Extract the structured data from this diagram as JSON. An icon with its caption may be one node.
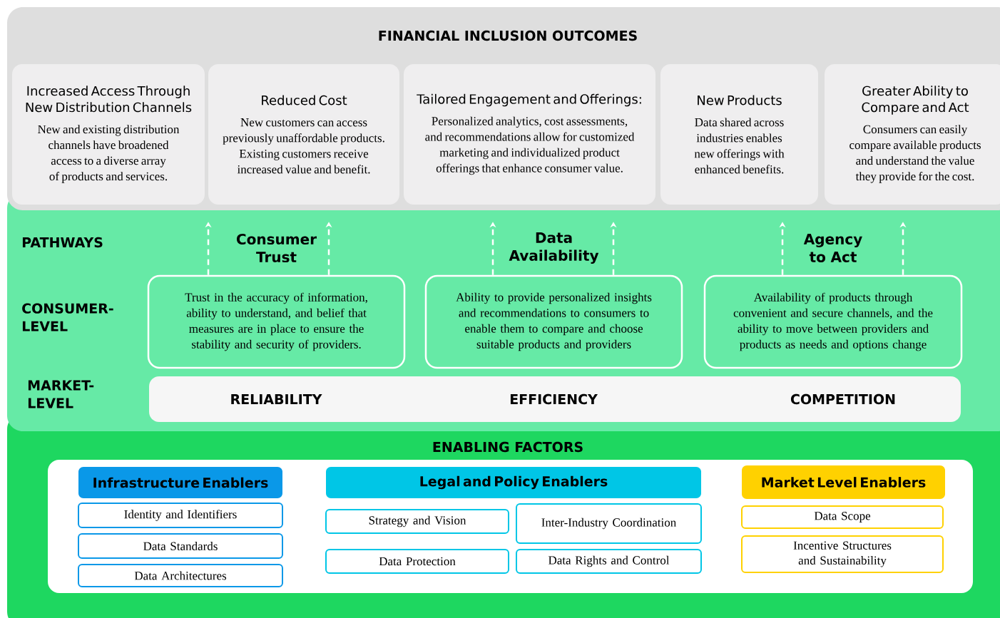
{
  "diagram": {
    "nodes": [
      {
        "text": [
          "FINANCIAL INCLUSION OUTCOMES"
        ]
      },
      {
        "text": [
          "Increased Access Through New Distribution Channels",
          "New and existing distribution channels have broadened access to a diverse array of products and services."
        ],
        "in": 0
      },
      {
        "text": [
          "Reduced Cost",
          "New customers can access previously unaffordable products. Existing customers receive increased value and benefit."
        ],
        "in": 0
      },
      {
        "text": [
          "Tailored Engagement and Offerings:",
          "Personalized analytics, cost assessments, and recommendations allow for customized marketing and individualized product offerings that enhance consumer value."
        ],
        "in": 0
      },
      {
        "text": [
          "New Products",
          "Data shared across industries enables new offerings with enhanced benefits."
        ],
        "in": 0
      },
      {
        "text": [
          "Greater Ability to Compare and Act",
          "Consumers can easily compare available products and understand the value they provide for the cost."
        ],
        "in": 0
      },
      {
        "text": [
          "PATHWAYS",
          "CONSUMER-LEVEL",
          "MARKET-LEVEL"
        ]
      },
      {
        "text": [
          "Trust in the accuracy of information, ability to understand, and belief that measures are in place to ensure the stability and security of providers."
        ],
        "beside": [
          "Consumer Trust"
        ],
        "in": 6
      },
      {
        "text": [
          "Ability to provide personalized insights and recommendations to consumers to enable them to compare and choose suitable products and providers"
        ],
        "beside": [
          "Data Availability"
        ],
        "in": 6
      },
      {
        "text": [
          "Availability of products through convenient and secure channels, and the ability to move between providers and products as needs and options change"
        ],
        "beside": [
          "Agency to Act"
        ],
        "in": 6
      },
      {
        "text": [
          "RELIABILITY",
          "EFFICIENCY",
          "COMPETITION"
        ],
        "in": 6
      },
      {
        "text": [
          "ENABLING FACTORS"
        ]
      },
      {
        "text": [],
        "shape": "box",
        "in": 11
      },
      {
        "text": [
          "Infrastructure Enablers"
        ],
        "in": 12
      },
      {
        "text": [
          "Identity and Identifiers"
        ],
        "in": 12
      },
      {
        "text": [
          "Data Standards"
        ],
        "in": 12
      },
      {
        "text": [
          "Data Architectures"
        ],
        "in": 12
      },
      {
        "text": [
          "Legal and Policy Enablers"
        ],
        "in": 12
      },
      {
        "text": [
          "Strategy and Vision"
        ],
        "in": 12
      },
      {
        "text": [
          "Inter-Industry Coordination"
        ],
        "in": 12
      },
      {
        "text": [
          "Data Protection"
        ],
        "in": 12
      },
      {
        "text": [
          "Data Rights and Control"
        ],
        "in": 12
      },
      {
        "text": [
          "Market Level Enablers"
        ],
        "in": 12
      },
      {
        "text": [
          "Data Scope"
        ],
        "in": 12
      },
      {
        "text": [
          "Incentive Structures and Sustainability"
        ],
        "in": 12
      }
    ],
    "edges": [
      {
        "from": 7,
        "to": 0,
        "arrow": "to",
        "style": "dashed"
      },
      {
        "from": 7,
        "to": 0,
        "arrow": "to",
        "style": "dashed"
      },
      {
        "from": 8,
        "to": 0,
        "arrow": "to",
        "style": "dashed"
      },
      {
        "from": 8,
        "to": 0,
        "arrow": "to",
        "style": "dashed"
      },
      {
        "from": 9,
        "to": 0,
        "arrow": "to",
        "style": "dashed"
      },
      {
        "from": 9,
        "to": 0,
        "arrow": "to",
        "style": "dashed"
      }
    ]
  }
}
